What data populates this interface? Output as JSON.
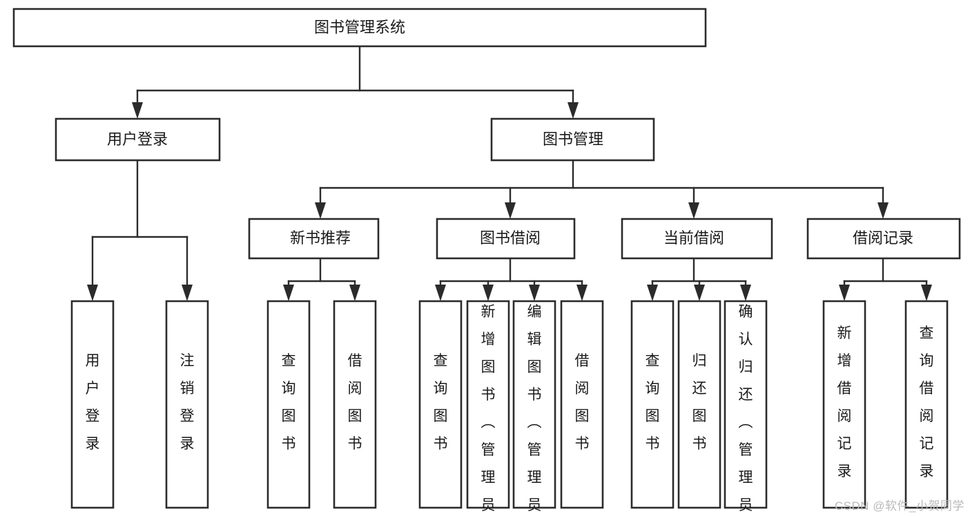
{
  "diagram": {
    "type": "tree-hierarchy",
    "title": "图书管理系统",
    "watermark": "CSDN @软件_小贺同学",
    "colors": {
      "stroke": "#2b2b2b",
      "fill": "#ffffff",
      "text": "#1a1a1a",
      "watermark": "#b9b9b9"
    },
    "nodes": {
      "root": {
        "label": "图书管理系统",
        "orientation": "horizontal"
      },
      "level2": [
        {
          "id": "user-login",
          "label": "用户登录",
          "orientation": "horizontal"
        },
        {
          "id": "book-manage",
          "label": "图书管理",
          "orientation": "horizontal"
        }
      ],
      "level3": [
        {
          "id": "new-book-recommend",
          "label": "新书推荐",
          "orientation": "horizontal"
        },
        {
          "id": "book-borrow",
          "label": "图书借阅",
          "orientation": "horizontal"
        },
        {
          "id": "current-borrow",
          "label": "当前借阅",
          "orientation": "horizontal"
        },
        {
          "id": "borrow-record",
          "label": "借阅记录",
          "orientation": "horizontal"
        }
      ],
      "leaves": {
        "user-login": [
          {
            "id": "leaf-user-login",
            "label": "用户登录",
            "orientation": "vertical"
          },
          {
            "id": "leaf-logout-login",
            "label": "注销登录",
            "orientation": "vertical"
          }
        ],
        "new-book-recommend": [
          {
            "id": "leaf-query-book-1",
            "label": "查询图书",
            "orientation": "vertical"
          },
          {
            "id": "leaf-borrow-book-1",
            "label": "借阅图书",
            "orientation": "vertical"
          }
        ],
        "book-borrow": [
          {
            "id": "leaf-query-book-2",
            "label": "查询图书",
            "orientation": "vertical"
          },
          {
            "id": "leaf-add-book-admin",
            "label": "新增图书（管理员）",
            "orientation": "vertical"
          },
          {
            "id": "leaf-edit-book-admin",
            "label": "编辑图书（管理员）",
            "orientation": "vertical"
          },
          {
            "id": "leaf-borrow-book-2",
            "label": "借阅图书",
            "orientation": "vertical"
          }
        ],
        "current-borrow": [
          {
            "id": "leaf-query-book-3",
            "label": "查询图书",
            "orientation": "vertical"
          },
          {
            "id": "leaf-return-book",
            "label": "归还图书",
            "orientation": "vertical"
          },
          {
            "id": "leaf-confirm-return-admin",
            "label": "确认归还（管理员）",
            "orientation": "vertical"
          }
        ],
        "borrow-record": [
          {
            "id": "leaf-add-borrow-record",
            "label": "新增借阅记录",
            "orientation": "vertical"
          },
          {
            "id": "leaf-query-borrow-record",
            "label": "查询借阅记录",
            "orientation": "vertical"
          }
        ]
      }
    }
  }
}
